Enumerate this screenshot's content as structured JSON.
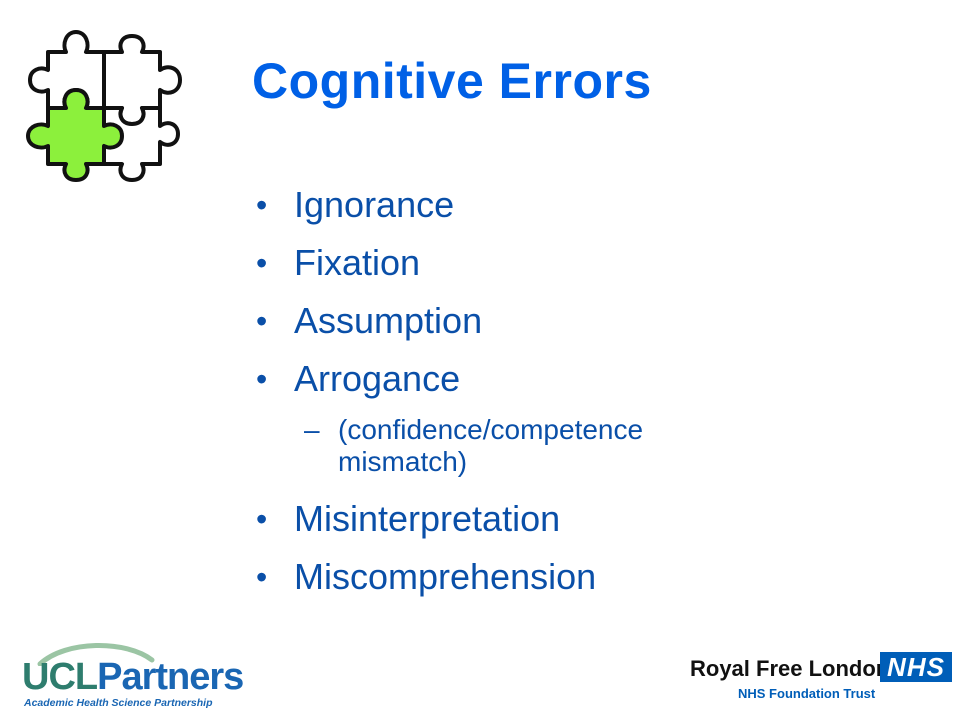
{
  "slide": {
    "title": "Cognitive Errors",
    "bullet_marker": "•",
    "sub_marker": "–",
    "items": [
      {
        "text": "Ignorance"
      },
      {
        "text": "Fixation"
      },
      {
        "text": "Assumption"
      },
      {
        "text": "Arrogance"
      }
    ],
    "sub_item": "(confidence/competence mismatch)",
    "items_after": [
      {
        "text": "Misinterpretation"
      },
      {
        "text": "Miscomprehension"
      }
    ]
  },
  "logos": {
    "ucl_part1": "UCL",
    "ucl_part2": "Partners",
    "ucl_tagline": "Academic Health Science Partnership",
    "rfl_name": "Royal Free London",
    "rfl_nhs": "NHS",
    "rfl_trust": "NHS Foundation Trust"
  },
  "colors": {
    "title": "#0060E6",
    "bullet_text": "#0A4FA8",
    "puzzle_highlight": "#8CF03C",
    "nhs_blue": "#005EB8"
  },
  "icons": {
    "decoration": "puzzle-pieces-icon"
  }
}
